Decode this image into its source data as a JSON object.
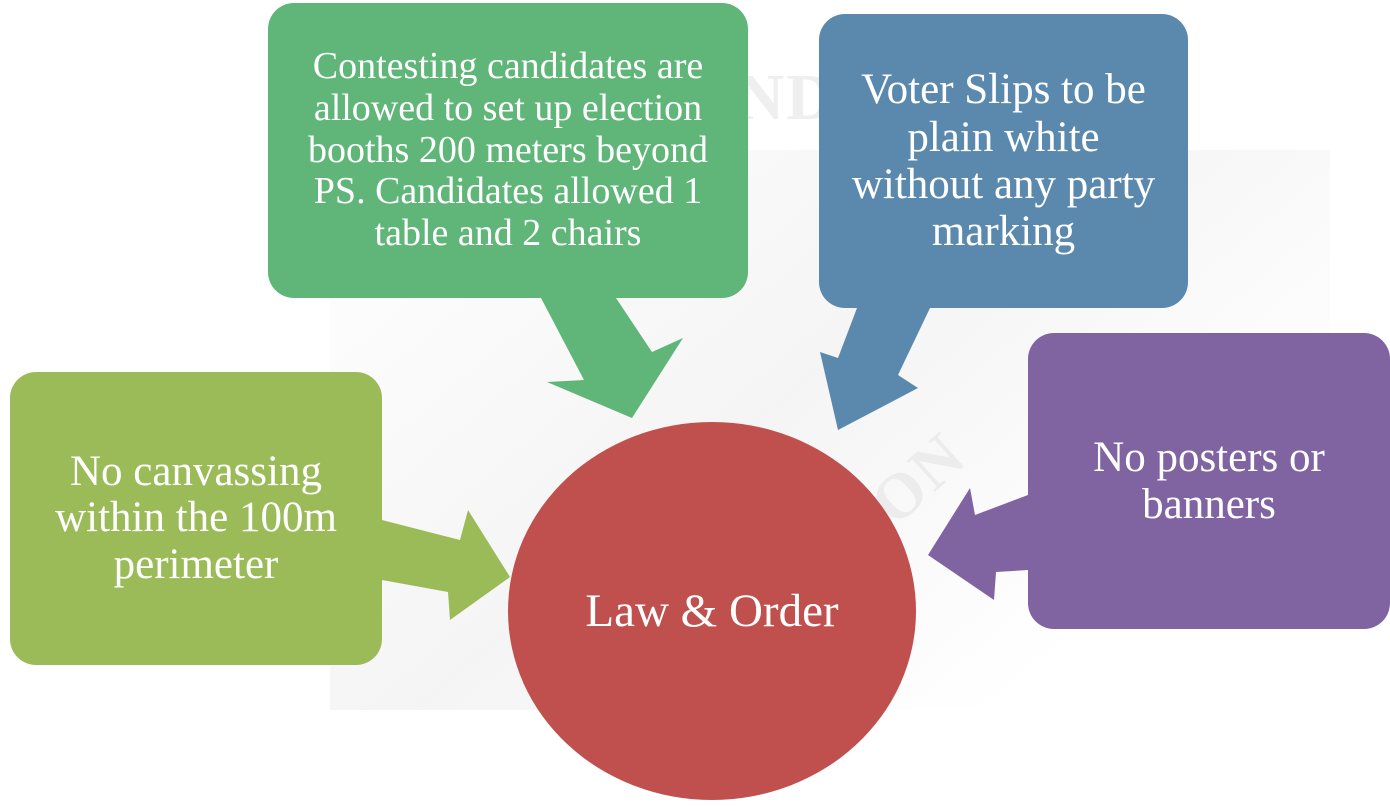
{
  "watermark": {
    "banner_text": "NC                    E                    ND",
    "arc_text": "COMMISSION"
  },
  "diagram": {
    "center": {
      "label": "Law & Order",
      "color": "#c0504d"
    },
    "nodes": [
      {
        "id": "canvassing",
        "text": "No canvassing within the 100m perimeter",
        "color": "#9bbb59"
      },
      {
        "id": "booths",
        "text": "Contesting candidates are allowed to set up election booths 200 meters beyond PS. Candidates allowed 1 table and 2 chairs",
        "color": "#5fb678"
      },
      {
        "id": "slips",
        "text": "Voter Slips to be plain white without any party marking",
        "color": "#5b89ad"
      },
      {
        "id": "posters",
        "text": "No posters or banners",
        "color": "#8064a2"
      }
    ]
  }
}
